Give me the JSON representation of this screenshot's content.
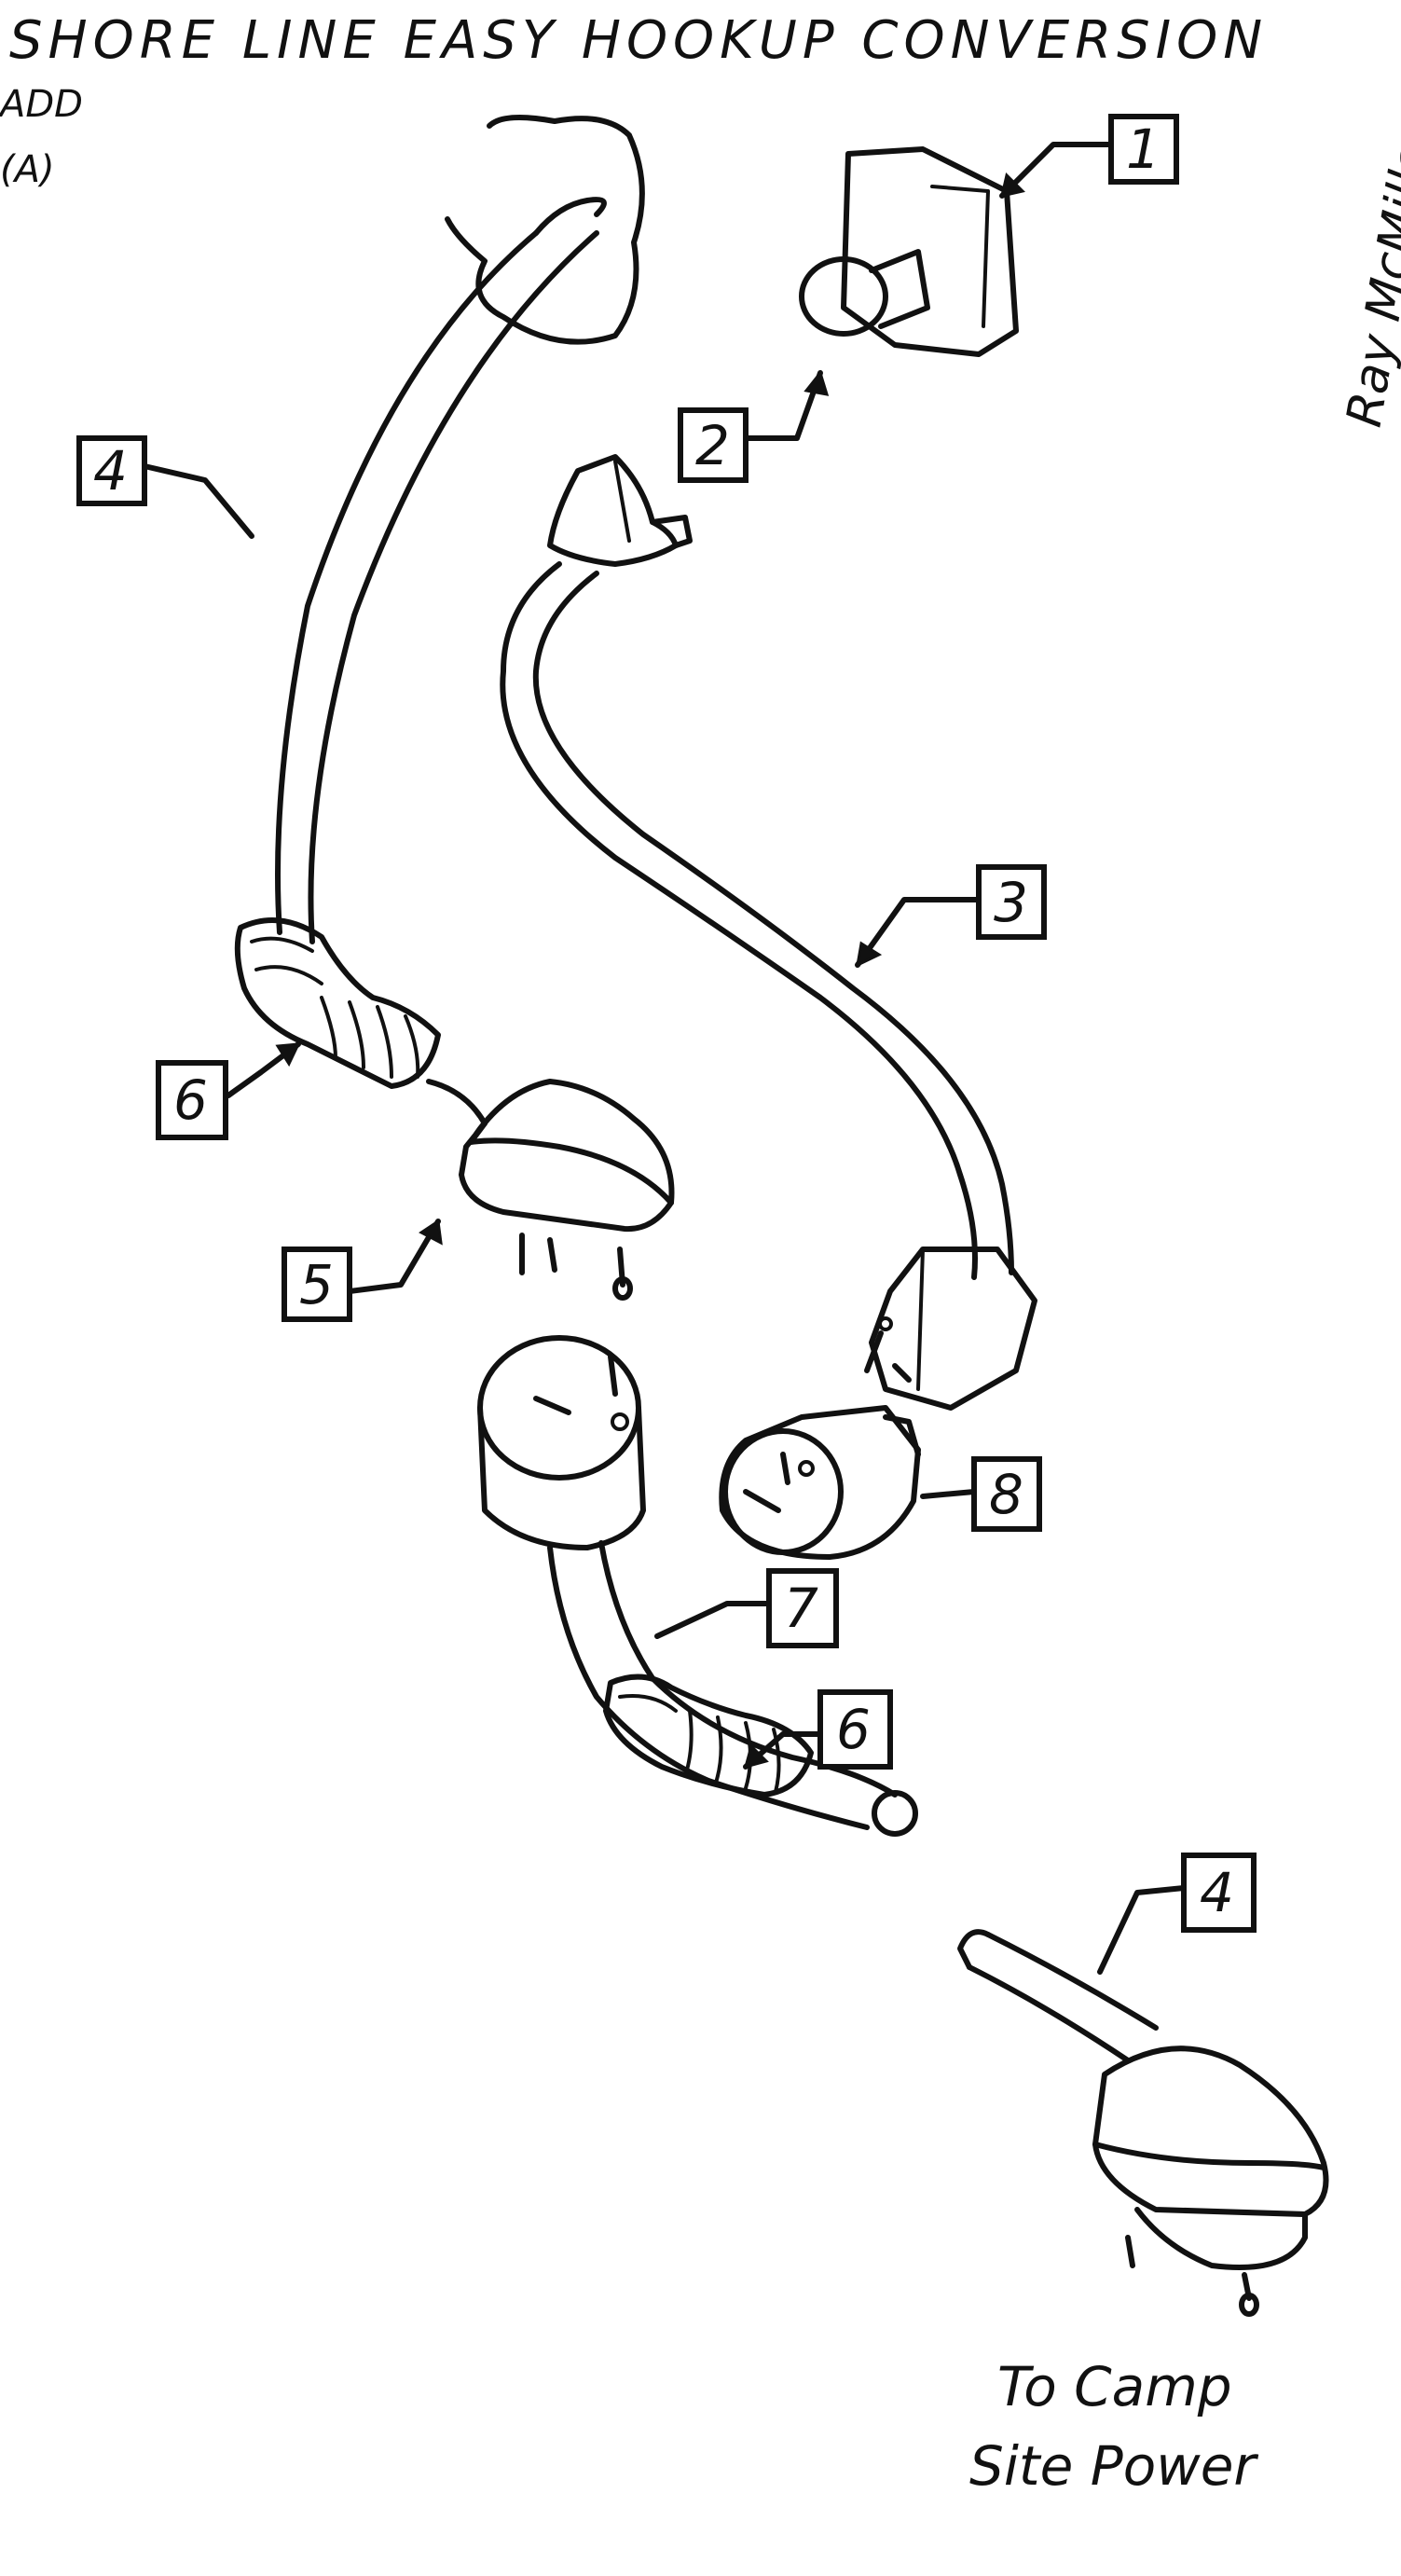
{
  "title": "SHORE LINE EASY HOOKUP CONVERSION",
  "corner_note": [
    "ADD",
    "(A)"
  ],
  "signature": "Ray McMillan",
  "callouts": {
    "c1": "1",
    "c2": "2",
    "c3": "3",
    "c4_top": "4",
    "c4_bottom": "4",
    "c5": "5",
    "c6_top": "6",
    "c6_bottom": "6",
    "c7": "7",
    "c8": "8"
  },
  "caption": [
    "To Camp",
    "Site Power"
  ]
}
